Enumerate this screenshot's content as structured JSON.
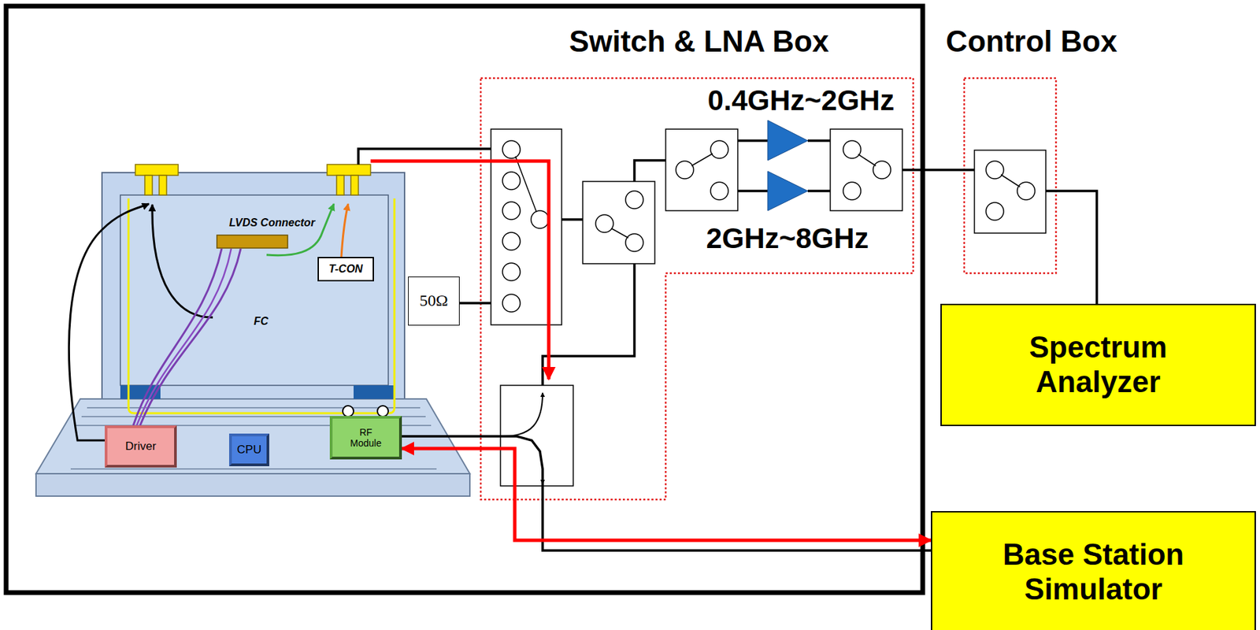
{
  "diagram": {
    "nodes": [
      {
        "text": [
          "T-CON"
        ]
      },
      {
        "text": [
          "Driver"
        ]
      },
      {
        "text": [
          "CPU"
        ]
      },
      {
        "text": [
          "RF Module"
        ]
      },
      {
        "text": [
          "50Ω"
        ]
      },
      {
        "text": [
          "Spectrum Analyzer"
        ]
      },
      {
        "text": [
          "Base Station Simulator"
        ]
      }
    ],
    "edges": [
      {
        "from": 3,
        "to": 6,
        "arrow": "none"
      },
      {
        "from": 3,
        "to": 6,
        "arrow": "both"
      }
    ],
    "labels": [
      "Switch & LNA Box",
      "Control Box",
      "0.4GHz~2GHz",
      "2GHz~8GHz",
      "LVDS Connector",
      "FC"
    ]
  }
}
